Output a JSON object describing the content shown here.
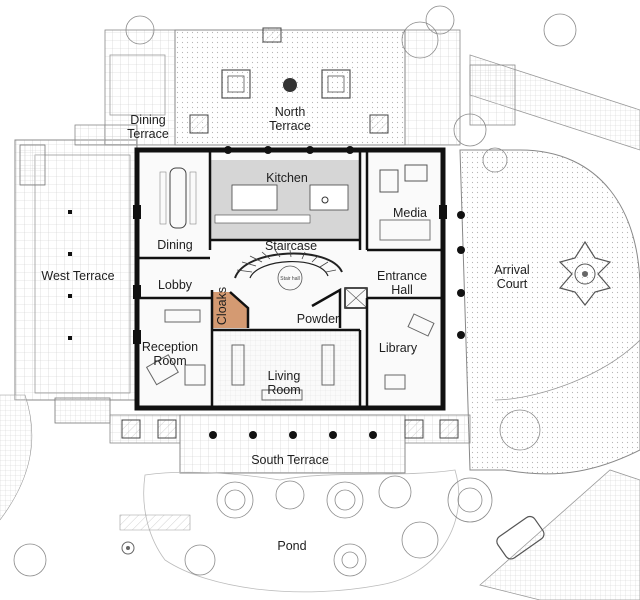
{
  "rooms": {
    "dining_terrace": [
      "Dining",
      "Terrace"
    ],
    "north_terrace": [
      "North",
      "Terrace"
    ],
    "kitchen": "Kitchen",
    "media": "Media",
    "dining": "Dining",
    "staircase": "Staircase",
    "west_terrace": "West Terrace",
    "lobby": "Lobby",
    "cloaks": "Cloaks",
    "entrance_hall": [
      "Entrance",
      "Hall"
    ],
    "arrival_court": [
      "Arrival",
      "Court"
    ],
    "powder": "Powder",
    "reception_room": [
      "Reception",
      "Room"
    ],
    "library": "Library",
    "living_room": [
      "Living",
      "Room"
    ],
    "south_terrace": "South Terrace",
    "pond": "Pond"
  },
  "colors": {
    "walls": "#111111",
    "kitchen_fill": "#d6d6d6",
    "cloaks_fill": "#d49a72",
    "court_fill": "#e4e4e4",
    "terrace_fill": "#f3f3f3"
  }
}
